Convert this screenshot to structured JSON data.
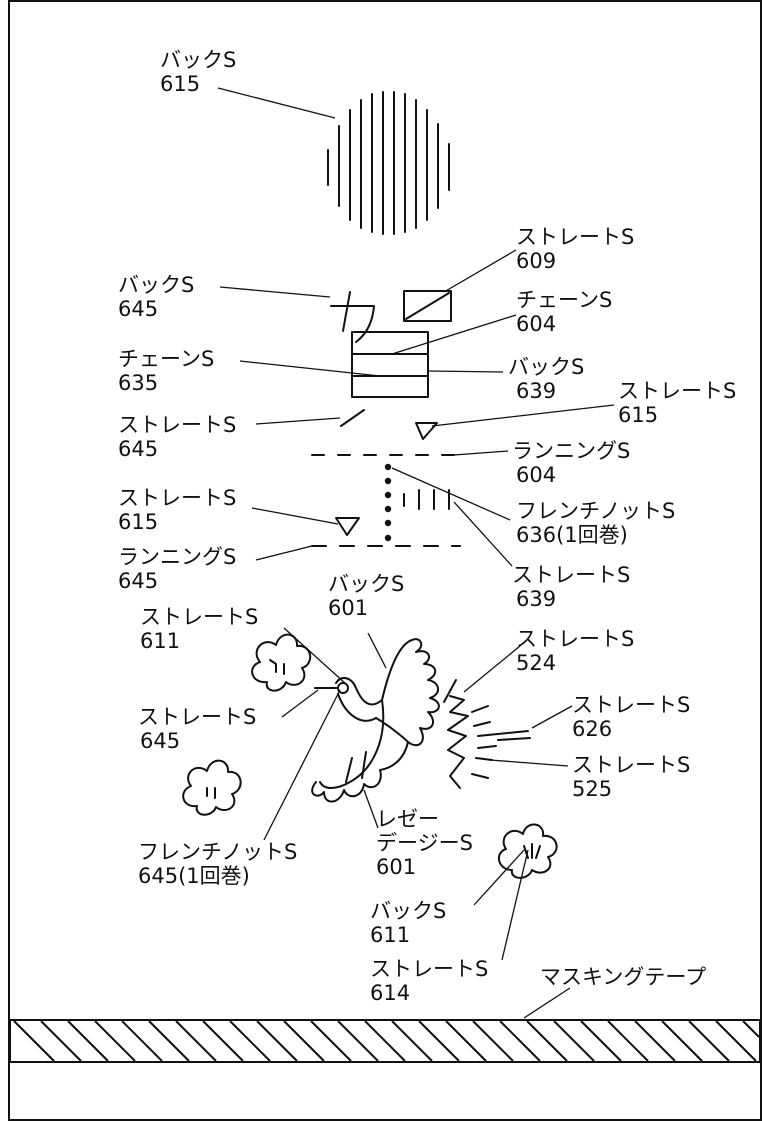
{
  "labels": {
    "back_615": [
      "バックS",
      "615"
    ],
    "straight_609": [
      "ストレートS",
      "609"
    ],
    "back_645": [
      "バックS",
      "645"
    ],
    "chain_604": [
      "チェーンS",
      "604"
    ],
    "chain_635": [
      "チェーンS",
      "635"
    ],
    "back_639": [
      "バックS",
      "639"
    ],
    "straight_645_a": [
      "ストレートS",
      "645"
    ],
    "straight_615_a": [
      "ストレートS",
      "615"
    ],
    "running_604": [
      "ランニングS",
      "604"
    ],
    "straight_615_b": [
      "ストレートS",
      "615"
    ],
    "french_636": [
      "フレンチノットS",
      "636(1回巻)"
    ],
    "running_645": [
      "ランニングS",
      "645"
    ],
    "straight_639": [
      "ストレートS",
      "639"
    ],
    "back_601": [
      "バックS",
      "601"
    ],
    "straight_611": [
      "ストレートS",
      "611"
    ],
    "straight_524": [
      "ストレートS",
      "524"
    ],
    "straight_626": [
      "ストレートS",
      "626"
    ],
    "straight_645_b": [
      "ストレートS",
      "645"
    ],
    "straight_525": [
      "ストレートS",
      "525"
    ],
    "french_645": [
      "フレンチノットS",
      "645(1回巻)"
    ],
    "lazy_daisy_601": [
      "レゼー",
      "デージーS",
      "601"
    ],
    "back_611": [
      "バックS",
      "611"
    ],
    "straight_614": [
      "ストレートS",
      "614"
    ],
    "masking_tape": [
      "マスキングテープ"
    ]
  }
}
